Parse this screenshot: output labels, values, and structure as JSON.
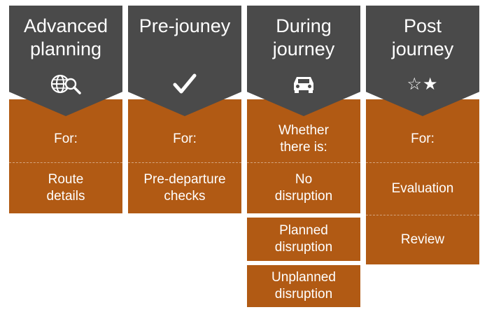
{
  "colors": {
    "header": "#4a4a4a",
    "body": "#b15a14",
    "text": "#ffffff"
  },
  "columns": [
    {
      "title": "Advanced\nplanning",
      "icon": "globe-search-icon",
      "rows": [
        "For:",
        "Route\ndetails"
      ]
    },
    {
      "title": "Pre-jouney",
      "icon": "checkmark-icon",
      "rows": [
        "For:",
        "Pre-departure\nchecks"
      ]
    },
    {
      "title": "During\njourney",
      "icon": "car-icon",
      "rows": [
        "Whether\nthere is:",
        "No\ndisruption",
        "Planned\ndisruption",
        "Unplanned\ndisruption"
      ]
    },
    {
      "title": "Post\njourney",
      "icon": "stars-icon",
      "icon_text": "☆★",
      "rows": [
        "For:",
        "Evaluation",
        "Review"
      ]
    }
  ]
}
